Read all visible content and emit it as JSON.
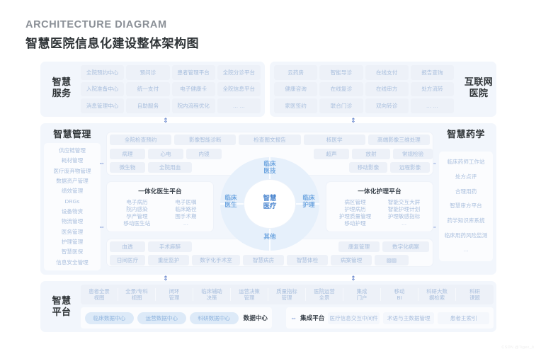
{
  "header": {
    "eng_title": "ARCHITECTURE DIAGRAM",
    "cn_title": "智慧医院信息化建设整体架构图"
  },
  "colors": {
    "accent": "#4a6fc4",
    "panel_bg": "#f2f6fc",
    "cell_bg": "#edf1f8",
    "cell_text": "#a8bedd",
    "title_text": "#2f3437",
    "ring_label": "#6fa6e0"
  },
  "service_section": {
    "label": "智慧\n服务",
    "label_line1": "智慧",
    "label_line2": "服务",
    "cells": [
      "全院预约中心",
      "预问诊",
      "患者管理平台",
      "全院分诊平台",
      "入院准备中心",
      "统一支付",
      "电子健康卡",
      "全院信息平台",
      "消息管理中心",
      "自助服务",
      "院内流程优化",
      "… …"
    ]
  },
  "internet_hospital_section": {
    "label_line1": "互联网",
    "label_line2": "医院",
    "cells": [
      "云药房",
      "智能导诊",
      "在线支付",
      "报告查询",
      "健康咨询",
      "在线复诊",
      "在线审方",
      "处方流转",
      "家医签约",
      "联合门诊",
      "双向转诊",
      "… …"
    ]
  },
  "management_section": {
    "label": "智慧管理",
    "items": [
      "供应链管理",
      "耗材管理",
      "医疗废弃物管理",
      "数据资产管理",
      "绩效管理",
      "DRGs",
      "设备物资",
      "物流管理",
      "医务管理",
      "护理管理",
      "智慧医保",
      "信息安全管理"
    ]
  },
  "pharmacy_section": {
    "label": "智慧药学",
    "items": [
      "临床药师工作站",
      "处方点评",
      "合理用药",
      "智慧审方平台",
      "药学知识库系统",
      "临床用药风险监测",
      "…"
    ]
  },
  "clinical_tech": {
    "row1": [
      "全院检查预约",
      "影像智能诊断",
      "检查图文报告",
      "核医学",
      "高端影像三维处理"
    ],
    "row2_left": [
      "病理",
      "心电",
      "内镜"
    ],
    "row2_right": [
      "超声",
      "放射",
      "常规检验"
    ],
    "row3_left": [
      "微生物",
      "全院用血"
    ],
    "row3_right": [
      "移动影像",
      "远程影像"
    ]
  },
  "other_row": {
    "row1_left": [
      "血透",
      "手术麻醉"
    ],
    "row1_right": [
      "康复管理",
      "数字化病案"
    ],
    "row2": [
      "日间医疗",
      "重症监护",
      "数字化手术室",
      "智慧病房",
      "智慧体检",
      "病案管理",
      "▨▨"
    ]
  },
  "doctor_card": {
    "title": "一体化医生平台",
    "col1": [
      "电子病历",
      "院内感染",
      "孕产管理",
      "移动医生站"
    ],
    "col2": [
      "电子医嘱",
      "临床路径",
      "围手术期",
      "…"
    ]
  },
  "nursing_card": {
    "title": "一体化护理平台",
    "col1": [
      "病区管理",
      "护理病历",
      "护理质量管理",
      "移动护理"
    ],
    "col2": [
      "智能交互大屏",
      "智能护理计划",
      "护理敏感指标",
      "…"
    ]
  },
  "center_circle": {
    "center": "智慧\n医疗",
    "center_line1": "智慧",
    "center_line2": "医疗",
    "top_line1": "临床",
    "top_line2": "医技",
    "left_line1": "临床",
    "left_line2": "医生",
    "right_line1": "临床",
    "right_line2": "护理",
    "bottom": "其他"
  },
  "platform_section": {
    "label_line1": "智慧",
    "label_line2": "平台",
    "top_cells": [
      {
        "l1": "患者全景",
        "l2": "视图"
      },
      {
        "l1": "全景/专科",
        "l2": "视图"
      },
      {
        "l1": "闭环",
        "l2": "管理"
      },
      {
        "l1": "临床辅助",
        "l2": "决策"
      },
      {
        "l1": "运营决策",
        "l2": "管理"
      },
      {
        "l1": "质量指标",
        "l2": "管理"
      },
      {
        "l1": "医院运营",
        "l2": "全景"
      },
      {
        "l1": "集成",
        "l2": "门户"
      },
      {
        "l1": "移动",
        "l2": "BI"
      },
      {
        "l1": "科研大数",
        "l2": "据检索"
      },
      {
        "l1": "科研",
        "l2": "课题"
      }
    ],
    "data_center_name": "数据中心",
    "data_centers": [
      "临床数据中心",
      "运营数据中心",
      "科研数据中心"
    ],
    "integration_name": "集成平台",
    "integration_items": [
      "医疗信息交互中间件",
      "术语与主数据管理",
      "患者主索引"
    ]
  },
  "watermark": "CSDN @Tigex_li"
}
